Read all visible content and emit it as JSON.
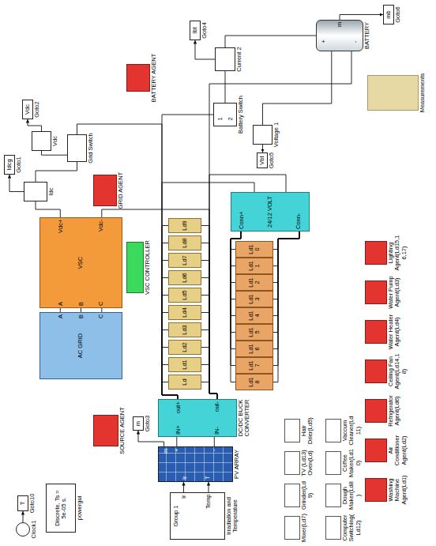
{
  "diagram": {
    "nodes": [
      {
        "text": [
          "Clock1"
        ]
      },
      {
        "text": [
          "T",
          "Goto10"
        ]
      },
      {
        "text": [
          "Discrete, Ts = 5e-05 s.",
          "powergui"
        ]
      },
      {
        "text": [
          "Group 1",
          "Irradiation and Temperature"
        ]
      },
      {
        "text": [
          "PV ARRAY"
        ]
      },
      {
        "text": [
          "m",
          "Goto3"
        ]
      },
      {
        "text": [
          "SOURCE AGENT"
        ]
      },
      {
        "text": [
          "DC/DC BUCK CONVERTER"
        ]
      },
      {
        "text": [
          "AC GRID"
        ]
      },
      {
        "text": [
          "VSC"
        ]
      },
      {
        "text": [
          "VSC CONTROLLER"
        ]
      },
      {
        "text": [
          "GRID AGENT"
        ]
      },
      {
        "text": [
          "Idc"
        ]
      },
      {
        "text": [
          "Idcg",
          "Goto1"
        ]
      },
      {
        "text": [
          "Grid Switch"
        ]
      },
      {
        "text": [
          "Vdc"
        ]
      },
      {
        "text": [
          "Vdc",
          "Goto2"
        ]
      },
      {
        "text": [
          "Battery Switch"
        ]
      },
      {
        "text": [
          "BATTERY AGENT"
        ]
      },
      {
        "text": [
          "Current 2"
        ]
      },
      {
        "text": [
          "Ibt",
          "Goto4"
        ]
      },
      {
        "text": [
          "Voltage 1"
        ]
      },
      {
        "text": [
          "Vbt",
          "Goto5"
        ]
      },
      {
        "text": [
          "BATTERY"
        ]
      },
      {
        "text": [
          "mb",
          "Goto6"
        ]
      },
      {
        "text": [
          "Measurements"
        ]
      },
      {
        "text": [
          "24/12 VOLT"
        ]
      },
      {
        "text": [
          "Ld"
        ]
      },
      {
        "text": [
          "Ld1"
        ]
      },
      {
        "text": [
          "Ld2"
        ]
      },
      {
        "text": [
          "Ld3"
        ]
      },
      {
        "text": [
          "Ld4"
        ]
      },
      {
        "text": [
          "Ld5"
        ]
      },
      {
        "text": [
          "Ld6"
        ]
      },
      {
        "text": [
          "Ld7"
        ]
      },
      {
        "text": [
          "Ld8"
        ]
      },
      {
        "text": [
          "Ld9"
        ]
      },
      {
        "text": [
          "Ld10"
        ]
      },
      {
        "text": [
          "Ld11"
        ]
      },
      {
        "text": [
          "Ld12"
        ]
      },
      {
        "text": [
          "Ld13"
        ]
      },
      {
        "text": [
          "Ld14"
        ]
      },
      {
        "text": [
          "Ld15"
        ]
      },
      {
        "text": [
          "Ld16"
        ]
      },
      {
        "text": [
          "Ld17"
        ]
      },
      {
        "text": [
          "Ld18"
        ]
      },
      {
        "text": [
          "Lighting Agent(Ld15,16,17)"
        ]
      },
      {
        "text": [
          "Water Pump Agent(Ld3)"
        ]
      },
      {
        "text": [
          "Water Heater Agent(Ld4)"
        ]
      },
      {
        "text": [
          "Ceiling Fan Agent(Ld14,18)"
        ]
      },
      {
        "text": [
          "Refrigerator Agent(Ld6)"
        ]
      },
      {
        "text": [
          "Air Conditioner Agent(Ld2)"
        ]
      },
      {
        "text": [
          "Washing Machine Agent(Ld1)"
        ]
      },
      {
        "text": [
          "Mixer(Ld7)"
        ]
      },
      {
        "text": [
          "Grinder(Ld9)"
        ]
      },
      {
        "text": [
          "TV (Ld13)",
          "Oven(Ld)"
        ]
      },
      {
        "text": [
          "Hair Drier(Ld5)"
        ]
      },
      {
        "text": [
          "Computer Switching(Ld12)"
        ]
      },
      {
        "text": [
          "Dough Maker(Ld8)"
        ]
      },
      {
        "text": [
          "Coffee Maker(Ld10)"
        ]
      },
      {
        "text": [
          "Vaccum Cleaner(Ld11)"
        ]
      }
    ],
    "edges": [
      {
        "from": 0,
        "to": 1,
        "arrow": "to"
      },
      {
        "from": 3,
        "to": 4,
        "arrow": "to"
      },
      {
        "from": 3,
        "to": 4,
        "arrow": "to"
      },
      {
        "from": 4,
        "to": 7,
        "arrow": "none"
      },
      {
        "from": 4,
        "to": 7,
        "arrow": "none"
      },
      {
        "from": 4,
        "to": 5,
        "arrow": "to"
      },
      {
        "from": 8,
        "to": 9,
        "arrow": "none"
      },
      {
        "from": 8,
        "to": 9,
        "arrow": "none"
      },
      {
        "from": 8,
        "to": 9,
        "arrow": "none"
      },
      {
        "from": 9,
        "to": 12,
        "arrow": "none"
      },
      {
        "from": 9,
        "to": 7,
        "arrow": "none"
      },
      {
        "from": 12,
        "to": 14,
        "arrow": "none"
      },
      {
        "from": 12,
        "to": 13,
        "arrow": "to"
      },
      {
        "from": 14,
        "to": 15,
        "arrow": "none"
      },
      {
        "from": 15,
        "to": 16,
        "arrow": "to"
      },
      {
        "from": 14,
        "to": 7,
        "arrow": "none"
      },
      {
        "from": 17,
        "to": 7,
        "arrow": "none"
      },
      {
        "from": 17,
        "to": 19,
        "arrow": "none"
      },
      {
        "from": 19,
        "to": 23,
        "arrow": "none"
      },
      {
        "from": 19,
        "to": 20,
        "arrow": "to"
      },
      {
        "from": 23,
        "to": 7,
        "arrow": "none"
      },
      {
        "from": 23,
        "to": 21,
        "arrow": "none"
      },
      {
        "from": 21,
        "to": 22,
        "arrow": "to"
      },
      {
        "from": 23,
        "to": 24,
        "arrow": "to"
      },
      {
        "from": 7,
        "to": 26,
        "arrow": "none"
      },
      {
        "from": 7,
        "to": 26,
        "arrow": "none"
      },
      {
        "from": 7,
        "to": 27,
        "arrow": "none"
      },
      {
        "from": 7,
        "to": 27,
        "arrow": "none"
      },
      {
        "from": 7,
        "to": 28,
        "arrow": "none"
      },
      {
        "from": 7,
        "to": 28,
        "arrow": "none"
      },
      {
        "from": 7,
        "to": 29,
        "arrow": "none"
      },
      {
        "from": 7,
        "to": 29,
        "arrow": "none"
      },
      {
        "from": 7,
        "to": 30,
        "arrow": "none"
      },
      {
        "from": 7,
        "to": 30,
        "arrow": "none"
      },
      {
        "from": 7,
        "to": 31,
        "arrow": "none"
      },
      {
        "from": 7,
        "to": 31,
        "arrow": "none"
      },
      {
        "from": 7,
        "to": 32,
        "arrow": "none"
      },
      {
        "from": 7,
        "to": 32,
        "arrow": "none"
      },
      {
        "from": 7,
        "to": 33,
        "arrow": "none"
      },
      {
        "from": 7,
        "to": 33,
        "arrow": "none"
      },
      {
        "from": 7,
        "to": 34,
        "arrow": "none"
      },
      {
        "from": 7,
        "to": 34,
        "arrow": "none"
      },
      {
        "from": 7,
        "to": 35,
        "arrow": "none"
      },
      {
        "from": 7,
        "to": 35,
        "arrow": "none"
      },
      {
        "from": 7,
        "to": 36,
        "arrow": "none"
      },
      {
        "from": 7,
        "to": 36,
        "arrow": "none"
      },
      {
        "from": 26,
        "to": 37,
        "arrow": "none"
      },
      {
        "from": 26,
        "to": 37,
        "arrow": "none"
      },
      {
        "from": 26,
        "to": 38,
        "arrow": "none"
      },
      {
        "from": 26,
        "to": 38,
        "arrow": "none"
      },
      {
        "from": 26,
        "to": 39,
        "arrow": "none"
      },
      {
        "from": 26,
        "to": 39,
        "arrow": "none"
      },
      {
        "from": 26,
        "to": 40,
        "arrow": "none"
      },
      {
        "from": 26,
        "to": 40,
        "arrow": "none"
      },
      {
        "from": 26,
        "to": 41,
        "arrow": "none"
      },
      {
        "from": 26,
        "to": 41,
        "arrow": "none"
      },
      {
        "from": 26,
        "to": 42,
        "arrow": "none"
      },
      {
        "from": 26,
        "to": 42,
        "arrow": "none"
      },
      {
        "from": 26,
        "to": 43,
        "arrow": "none"
      },
      {
        "from": 26,
        "to": 43,
        "arrow": "none"
      },
      {
        "from": 26,
        "to": 44,
        "arrow": "none"
      },
      {
        "from": 26,
        "to": 44,
        "arrow": "none"
      },
      {
        "from": 26,
        "to": 45,
        "arrow": "none"
      },
      {
        "from": 26,
        "to": 45,
        "arrow": "none"
      }
    ],
    "labels": [
      "Ir",
      "Temp",
      "Ir",
      "T",
      "m",
      "+",
      "-",
      "IN+",
      "IN-",
      "out+",
      "out-",
      "A",
      "B",
      "C",
      "A",
      "B",
      "C",
      "Vdc+",
      "Vdc-",
      "1",
      "2",
      "m",
      "Conn+",
      "Conn-",
      "+",
      "-"
    ]
  }
}
